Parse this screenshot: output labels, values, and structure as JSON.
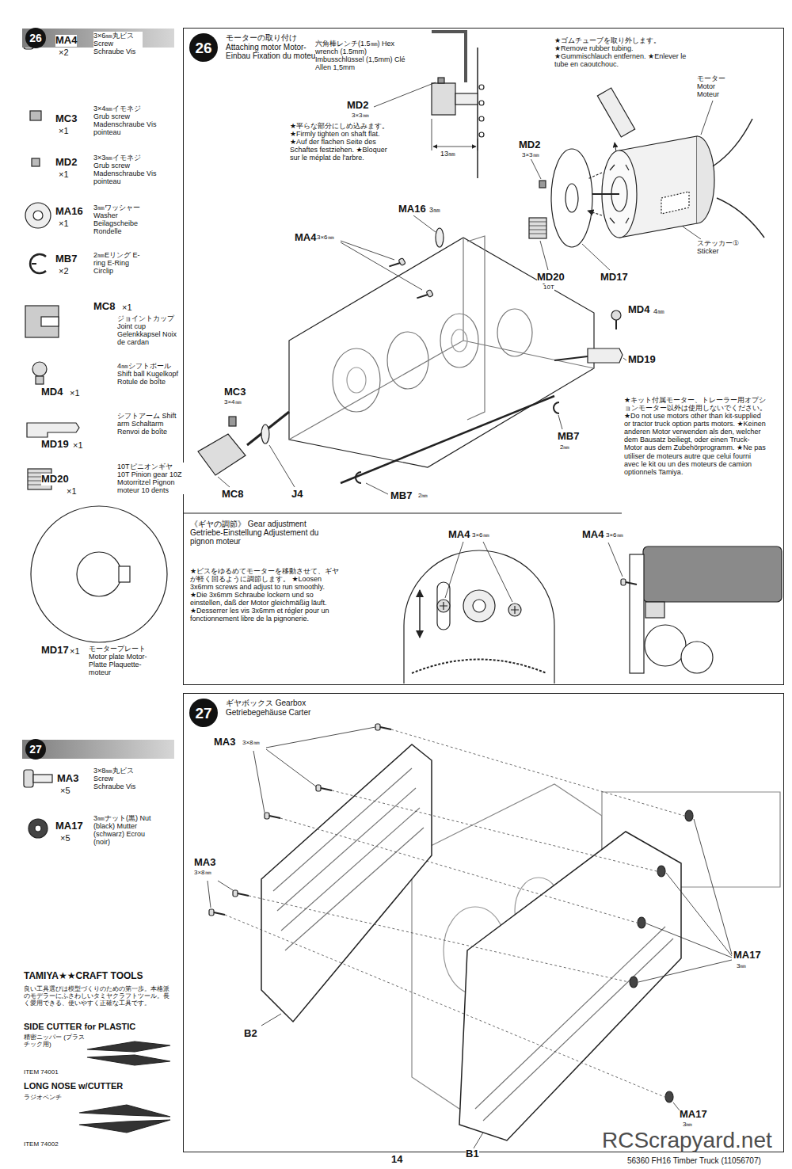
{
  "diagram": {
    "nodes": [
      {
        "text": [
          "26"
        ]
      },
      {
        "text": [
          "モーターの取り付け Attaching motor Motor-Einbau Fixation du moteur"
        ]
      },
      {
        "text": [
          "26"
        ],
        "in": 1
      },
      {
        "text": [
          "27"
        ]
      },
      {
        "text": [
          "ギヤボックス Gearbox Getriebegehäuse Carter"
        ]
      },
      {
        "text": [
          "27"
        ],
        "in": 4
      }
    ],
    "labels": [
      "MA4",
      "×2",
      "3×6㎜丸ビス Screw Schraube Vis",
      "MC3",
      "×1",
      "3×4㎜イモネジ Grub screw Madenschraube Vis pointeau",
      "MD2",
      "×1",
      "3×3㎜イモネジ Grub screw Madenschraube Vis pointeau",
      "MA16",
      "×1",
      "3㎜ワッシャー Washer Beilagscheibe Rondelle",
      "MB7",
      "×2",
      "2㎜Eリング E-ring E-Ring Circlip",
      "MC8",
      "×1",
      "ジョイントカップ Joint cup Gelenkkapsel Noix de cardan",
      "4㎜シフトボール Shift ball Kugelkopf Rotule de boîte",
      "MD4",
      "×1",
      "シフトアーム Shift arm Schaltarm Renvoi de boîte",
      "MD19",
      "×1",
      "10Tピニオンギヤ 10T Pinion gear 10Z Motorritzel Pignon moteur 10 dents",
      "MD20",
      "×1",
      "MD17",
      "×1",
      "モータープレート Motor plate Motor-Platte Plaquette-moteur",
      "六角棒レンチ(1.5㎜) Hex wrench (1.5mm) Imbusschlüssel (1,5mm) Clé Allen 1,5mm",
      "MD2",
      "3×3㎜",
      "★平らな部分にしめ込みます。 ★Firmly tighten on shaft flat. ★Auf der flachen Seite des Schaftes festziehen. ★Bloquer sur le méplat de l'arbre.",
      "13㎜",
      "★ゴムチューブを取り外します。 ★Remove rubber tubing. ★Gummischlauch entfernen. ★Enlever le tube en caoutchouc.",
      "モーター Motor Moteur",
      "MD2",
      "3×3㎜",
      "MA16",
      "3㎜",
      "MA4",
      "3×6㎜",
      "ステッカー① Sticker",
      "MD20",
      "10T",
      "MD17",
      "MD4",
      "4㎜",
      "MD19",
      "MC3",
      "3×4㎜",
      "★キット付属モーター、トレーラー用オプションモーター以外は使用しないでください。 ★Do not use motors other than kit-supplied or tractor truck option parts motors. ★Keinen anderen Motor verwenden als den, welcher dem Bausatz beiliegt, oder einen Truck-Motor aus dem Zubehörprogramm. ★Ne pas utiliser de moteurs autre que celui fourni avec le kit ou un des moteurs de camion optionnels Tamiya.",
      "MB7",
      "2㎜",
      "MC8",
      "J4",
      "MB7",
      "2㎜",
      "《ギヤの調節》 Gear adjustment Getriebe-Einstellung Adjustement du pignon moteur",
      "★ビスをゆるめてモーターを移動させて、ギヤが軽く回るように調節します。 ★Loosen 3x6mm screws and adjust to run smoothly. ★Die 3x6mm Schraube lockern und so einstellen, daß der Motor gleichmäßig läuft. ★Desserrer les vis 3x6mm et régler pour un fonctionnement libre de la pignonerie.",
      "MA4",
      "3×6㎜",
      "MA4",
      "3×6㎜",
      "MA3",
      "×5",
      "3×8㎜丸ビス Screw Schraube Vis",
      "MA17",
      "×5",
      "3㎜ナット(黒) Nut (black) Mutter (schwarz) Ecrou (noir)",
      "TAMIYA★★CRAFT TOOLS",
      "良い工具選びは模型づくりのための第一歩。本格派のモデラーにふさわしいタミヤクラフトツール。長く愛用できる、使いやすく正確な工具です。",
      "SIDE CUTTER for PLASTIC",
      "精密ニッパー (プラスチック用)",
      "ITEM 74001",
      "LONG NOSE w/CUTTER",
      "ラジオペンチ",
      "ITEM 74002",
      "MA3",
      "3×8㎜",
      "MA3",
      "3×8㎜",
      "B2",
      "MA17",
      "3㎜",
      "MA17",
      "3㎜",
      "B1",
      "RCScrapyard.net",
      "14",
      "56360 FH16 Timber Truck (11056707)"
    ]
  }
}
